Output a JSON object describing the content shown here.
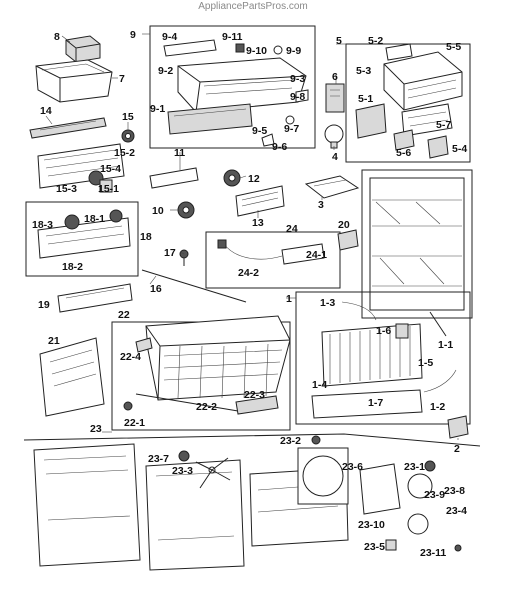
{
  "watermark": "AppliancePartsPros.com",
  "labels": {
    "l1": "1",
    "l1_1": "1-1",
    "l1_2": "1-2",
    "l1_3": "1-3",
    "l1_4": "1-4",
    "l1_5": "1-5",
    "l1_6": "1-6",
    "l1_7": "1-7",
    "l2": "2",
    "l3": "3",
    "l4": "4",
    "l5": "5",
    "l5_1": "5-1",
    "l5_2": "5-2",
    "l5_3": "5-3",
    "l5_4": "5-4",
    "l5_5": "5-5",
    "l5_6": "5-6",
    "l5_7": "5-7",
    "l6": "6",
    "l7": "7",
    "l8": "8",
    "l9": "9",
    "l9_1": "9-1",
    "l9_2": "9-2",
    "l9_3": "9-3",
    "l9_4": "9-4",
    "l9_5": "9-5",
    "l9_6": "9-6",
    "l9_7": "9-7",
    "l9_8": "9-8",
    "l9_9": "9-9",
    "l9_10": "9-10",
    "l9_11": "9-11",
    "l10": "10",
    "l11": "11",
    "l12": "12",
    "l13": "13",
    "l14": "14",
    "l15": "15",
    "l15_1": "15-1",
    "l15_2": "15-2",
    "l15_3": "15-3",
    "l15_4": "15-4",
    "l16": "16",
    "l17": "17",
    "l18": "18",
    "l18_1": "18-1",
    "l18_2": "18-2",
    "l18_3": "18-3",
    "l19": "19",
    "l20": "20",
    "l21": "21",
    "l22": "22",
    "l22_1": "22-1",
    "l22_2": "22-2",
    "l22_3": "22-3",
    "l22_4": "22-4",
    "l23": "23",
    "l23_1": "23-1",
    "l23_2": "23-2",
    "l23_3": "23-3",
    "l23_4": "23-4",
    "l23_5": "23-5",
    "l23_6": "23-6",
    "l23_7": "23-7",
    "l23_8": "23-8",
    "l23_9": "23-9",
    "l23_10": "23-10",
    "l23_11": "23-11",
    "l24": "24",
    "l24_1": "24-1",
    "l24_2": "24-2"
  }
}
